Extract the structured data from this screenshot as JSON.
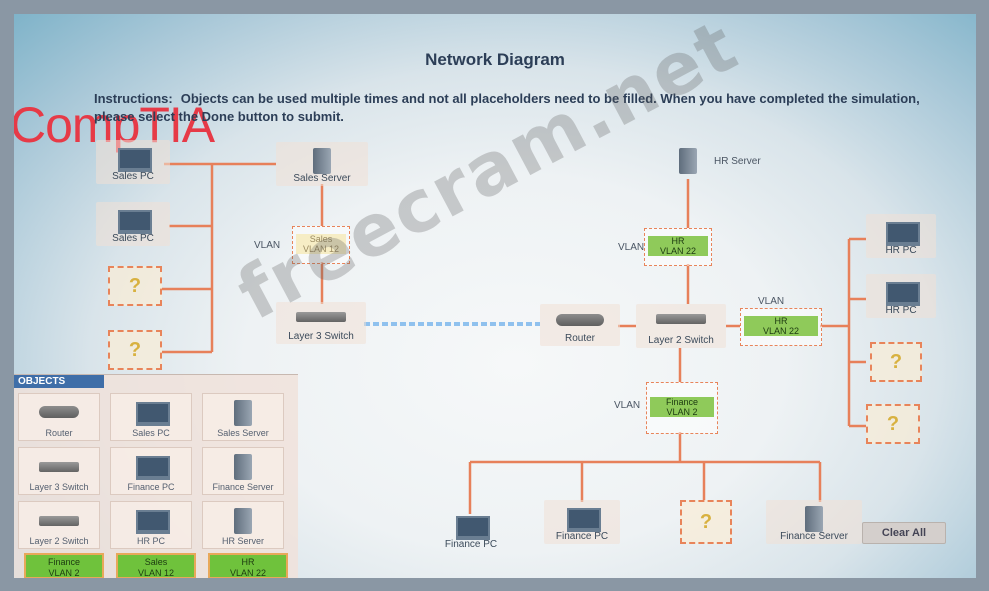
{
  "title": "Network Diagram",
  "instructions": {
    "label": "Instructions:",
    "text": "Objects can be used multiple times and not all placeholders need to be filled. When you have completed the simulation, please select the Done button to submit."
  },
  "brand": "CompTIA",
  "watermark": "freecram.net",
  "colors": {
    "vlan_tag": "#8fca5a",
    "placeholder_border": "#e8845a",
    "brand": "#e63a47"
  },
  "left_site": {
    "sales_pc_1": "Sales PC",
    "sales_pc_2": "Sales PC",
    "sales_server": "Sales Server",
    "vlan_label": "VLAN",
    "vlan_tag": "Sales\nVLAN 12",
    "switch": "Layer 3 Switch",
    "placeholder_1": "?",
    "placeholder_2": "?"
  },
  "link_label": "",
  "right_site": {
    "router": "Router",
    "switch": "Layer 2 Switch",
    "hr_server": "HR Server",
    "hr_vlan_label": "VLAN",
    "hr_vlan_tag_top": "HR\nVLAN 22",
    "hr_vlan_label_right": "VLAN",
    "hr_vlan_tag_right": "HR\nVLAN 22",
    "hr_pc_1": "HR PC",
    "hr_pc_2": "HR PC",
    "placeholder_r1": "?",
    "placeholder_r2": "?",
    "finance_vlan_label": "VLAN",
    "finance_vlan_tag": "Finance\nVLAN 2",
    "finance_pc_1": "Finance PC",
    "finance_pc_2": "Finance PC",
    "placeholder_bottom": "?",
    "finance_server": "Finance Server"
  },
  "objects": {
    "header": "OBJECTS",
    "items": [
      {
        "label": "Router",
        "icon": "router-icon"
      },
      {
        "label": "Sales PC",
        "icon": "pc-icon"
      },
      {
        "label": "Sales Server",
        "icon": "server-icon"
      },
      {
        "label": "Layer 3 Switch",
        "icon": "switch-icon"
      },
      {
        "label": "Finance PC",
        "icon": "pc-icon"
      },
      {
        "label": "Finance Server",
        "icon": "server-icon"
      },
      {
        "label": "Layer 2 Switch",
        "icon": "switch-icon"
      },
      {
        "label": "HR PC",
        "icon": "pc-icon"
      },
      {
        "label": "HR Server",
        "icon": "server-icon"
      }
    ],
    "vlans": [
      {
        "label": "Finance\nVLAN 2"
      },
      {
        "label": "Sales\nVLAN 12"
      },
      {
        "label": "HR\nVLAN 22"
      }
    ]
  },
  "buttons": {
    "clear_all": "Clear All"
  }
}
